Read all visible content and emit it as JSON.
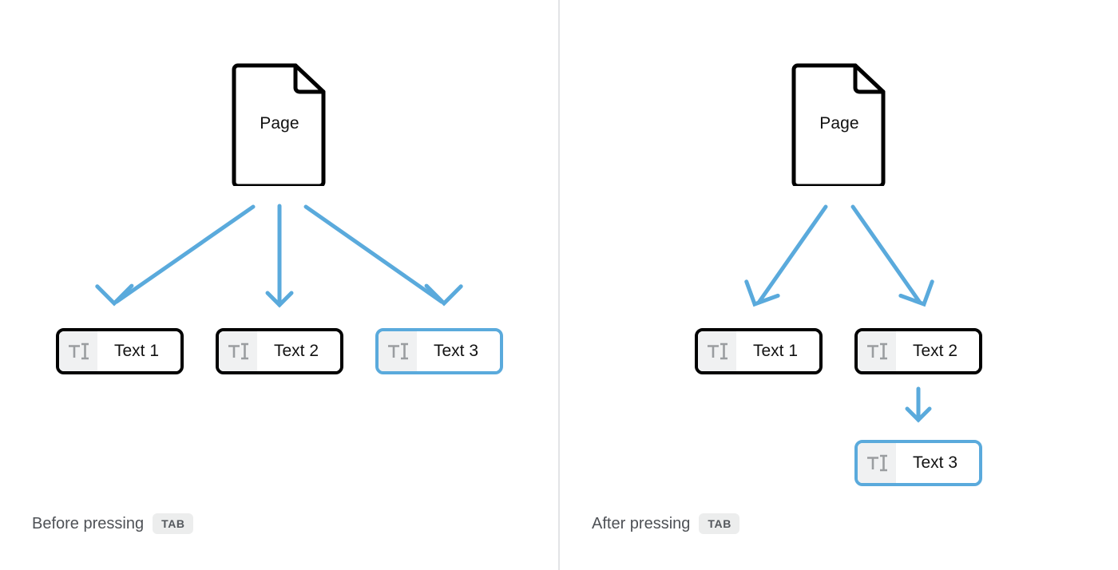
{
  "colors": {
    "arrow_blue": "#5aaadc",
    "selected_border": "#5aaadc",
    "node_border": "#000000",
    "icon_bg": "#f0f1f2",
    "divider": "#e3e4e6",
    "caption_text": "#4e5156",
    "badge_bg": "#eceded",
    "badge_text": "#54585d",
    "icon_glyph": "#9a9da0"
  },
  "icons": {
    "page": "page-document-icon",
    "text_field": "text-cursor-icon"
  },
  "panels": [
    {
      "id": "before",
      "caption": {
        "text": "Before pressing",
        "key": "TAB"
      },
      "root": {
        "label": "Page"
      },
      "fields": [
        {
          "label": "Text 1",
          "selected": false
        },
        {
          "label": "Text 2",
          "selected": false
        },
        {
          "label": "Text 3",
          "selected": true
        }
      ]
    },
    {
      "id": "after",
      "caption": {
        "text": "After pressing",
        "key": "TAB"
      },
      "root": {
        "label": "Page"
      },
      "fields": [
        {
          "label": "Text 1",
          "selected": false
        },
        {
          "label": "Text 2",
          "selected": false
        },
        {
          "label": "Text 3",
          "selected": true
        }
      ]
    }
  ]
}
